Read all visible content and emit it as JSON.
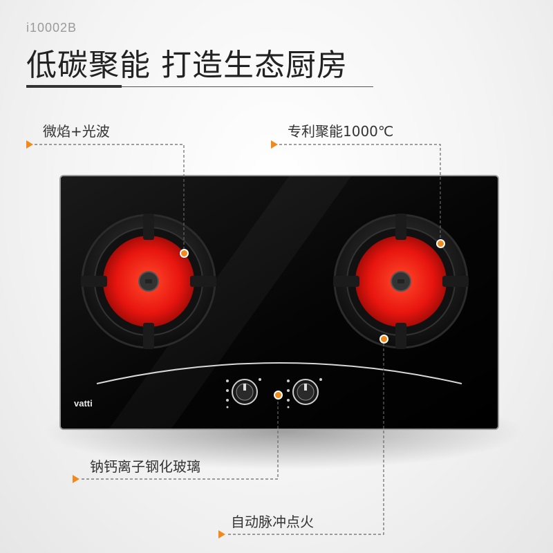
{
  "product": {
    "model": "i10002B",
    "headline": "低碳聚能 打造生态厨房",
    "brand": "vatti"
  },
  "callouts": {
    "top_left": "微焰+光波",
    "top_right": "专利聚能1000℃",
    "glass": "钠钙离子钢化玻璃",
    "ignition": "自动脉冲点火"
  },
  "colors": {
    "accent": "#f08a1c",
    "burner_red": "#e8150f",
    "glass_black": "#050505"
  },
  "icons": [
    "burner-left-icon",
    "burner-right-icon",
    "knob-left-icon",
    "knob-right-icon"
  ]
}
